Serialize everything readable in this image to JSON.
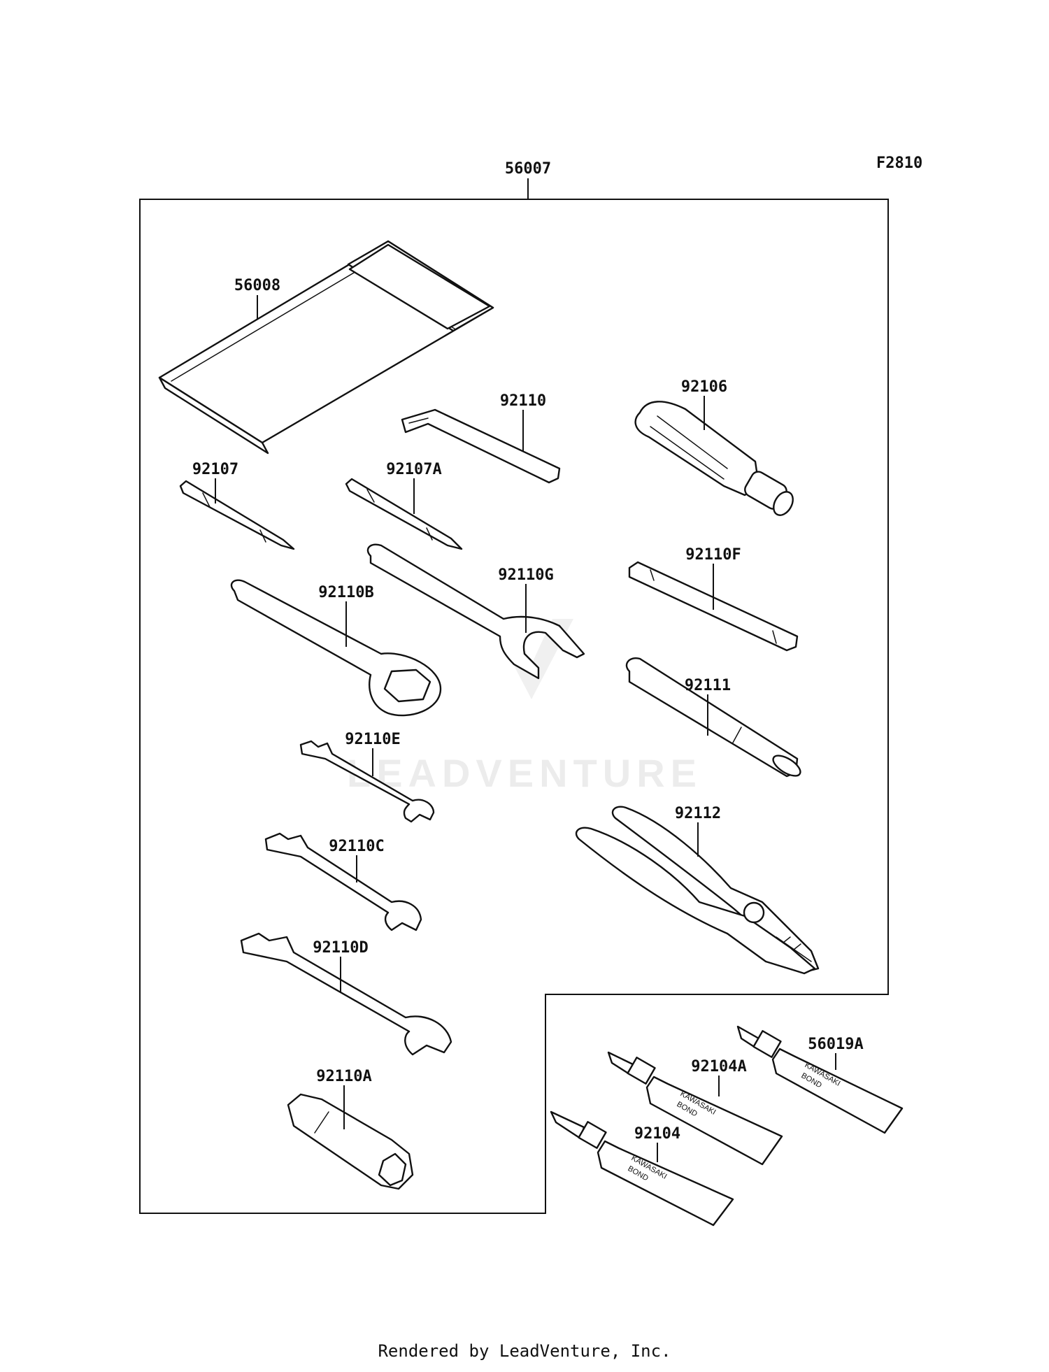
{
  "figure_code": "F2810",
  "parts": {
    "kit": "56007",
    "case": "56008",
    "hex_wrench": "92110",
    "screwdriver_grip": "92106",
    "bit": "92107",
    "bit_a": "92107A",
    "wrench_g": "92110G",
    "wrench_f": "92110F",
    "box_wrench_b": "92110B",
    "handle": "92111",
    "wrench_e": "92110E",
    "pliers": "92112",
    "wrench_c": "92110C",
    "wrench_d": "92110D",
    "plug_wrench_a": "92110A",
    "bond_a": "56019A",
    "tube_a": "92104A",
    "tube": "92104"
  },
  "tube_text": {
    "brand": "KAWASAKI",
    "word": "BOND"
  },
  "watermark": "LEADVENTURE",
  "footer": "Rendered by LeadVenture, Inc."
}
